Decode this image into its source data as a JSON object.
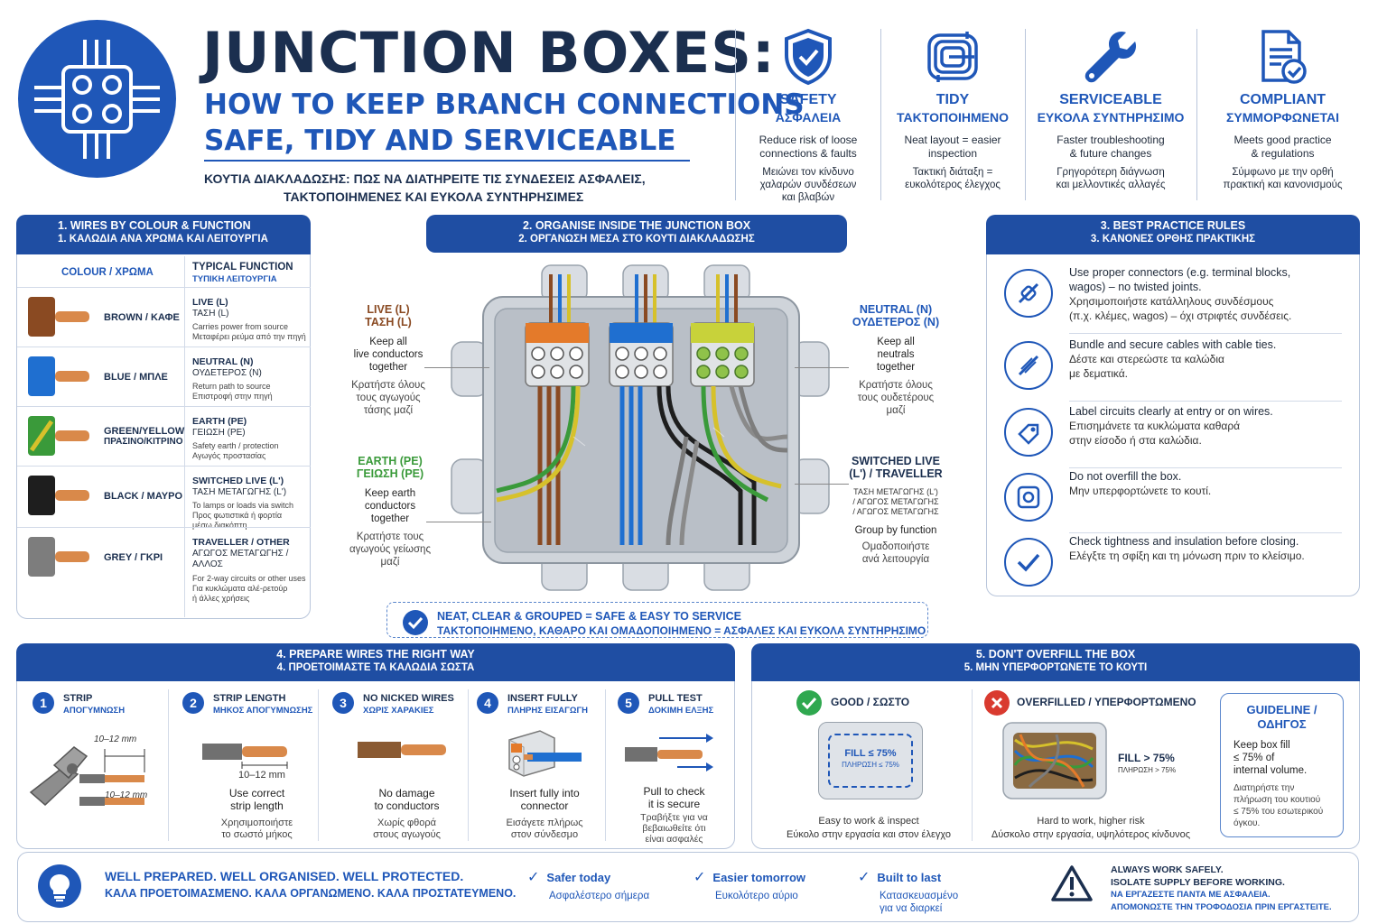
{
  "header": {
    "title": "JUNCTION BOXES:",
    "subtitle_line1": "HOW TO KEEP BRANCH CONNECTIONS",
    "subtitle_line2": "SAFE, TIDY AND SERVICEABLE",
    "greek_line1": "ΚΟΥΤΙΑ ΔΙΑΚΛΑΔΩΣΗΣ: ΠΩΣ ΝΑ ΔΙΑΤΗΡΕΙΤΕ ΤΙΣ ΣΥΝΔΕΣΕΙΣ ΑΣΦΑΛΕΙΣ,",
    "greek_line2": "ΤΑΚΤΟΠΟΙΗΜΕΝΕΣ ΚΑΙ ΕΥΚΟΛΑ ΣΥΝΤΗΡΗΣΙΜΕΣ"
  },
  "features": [
    {
      "icon": "shield-check-icon",
      "title": "SAFETY",
      "title_gr": "ΑΣΦΑΛΕΙΑ",
      "desc1": "Reduce risk of loose",
      "desc2": "connections & faults",
      "gr1": "Μειώνει τον κίνδυνο",
      "gr2": "χαλαρών συνδέσεων",
      "gr3": "και βλαβών"
    },
    {
      "icon": "tidy-coil-icon",
      "title": "TIDY",
      "title_gr": "ΤΑΚΤΟΠΟΙΗΜΕΝΟ",
      "desc1": "Neat layout = easier",
      "desc2": "inspection",
      "gr1": "Τακτική διάταξη =",
      "gr2": "ευκολότερος έλεγχος",
      "gr3": ""
    },
    {
      "icon": "wrench-icon",
      "title": "SERVICEABLE",
      "title_gr": "ΕΥΚΟΛΑ ΣΥΝΤΗΡΗΣΙΜΟ",
      "desc1": "Faster troubleshooting",
      "desc2": "& future changes",
      "gr1": "Γρηγορότερη διάγνωση",
      "gr2": "και μελλοντικές αλλαγές",
      "gr3": ""
    },
    {
      "icon": "document-check-icon",
      "title": "COMPLIANT",
      "title_gr": "ΣΥΜΜΟΡΦΩΝΕΤΑΙ",
      "desc1": "Meets good practice",
      "desc2": "& regulations",
      "gr1": "Σύμφωνο με την ορθή",
      "gr2": "πρακτική και κανονισμούς",
      "gr3": ""
    }
  ],
  "section1": {
    "title": "1. WIRES BY COLOUR & FUNCTION",
    "title_gr": "1. ΚΑΛΩΔΙΑ ΑΝΑ ΧΡΩΜΑ ΚΑΙ ΛΕΙΤΟΥΡΓΙΑ",
    "col_colour": "COLOUR / ΧΡΩΜΑ",
    "col_function": "TYPICAL FUNCTION",
    "col_function_gr": "ΤΥΠΙΚΗ ΛΕΙΤΟΥΡΓΙΑ",
    "rows": [
      {
        "color": "#8a4a22",
        "name": "BROWN / ΚΑΦΕ",
        "name2": "",
        "fn": "LIVE (L)",
        "fn_gr": "ΤΑΣΗ (L)",
        "note": "Carries power from source",
        "note_gr": "Μεταφέρει ρεύμα από την πηγή",
        "note_gr2": ""
      },
      {
        "color": "#1f6fd0",
        "name": "BLUE / ΜΠΛΕ",
        "name2": "",
        "fn": "NEUTRAL (N)",
        "fn_gr": "ΟΥΔΕΤΕΡΟΣ (N)",
        "note": "Return path to source",
        "note_gr": "Επιστροφή στην πηγή",
        "note_gr2": ""
      },
      {
        "color": "#3a9a3a",
        "name": "GREEN/YELLOW",
        "name2": "ΠΡΑΣΙΝΟ/ΚΙΤΡΙΝΟ",
        "fn": "EARTH (PE)",
        "fn_gr": "ΓΕΙΩΣΗ (PE)",
        "note": "Safety earth / protection",
        "note_gr": "Αγωγός προστασίας",
        "note_gr2": ""
      },
      {
        "color": "#1e1e1e",
        "name": "BLACK / ΜΑΥΡΟ",
        "name2": "",
        "fn": "SWITCHED LIVE (L')",
        "fn_gr": "ΤΑΣΗ ΜΕΤΑΓΩΓΗΣ (L')",
        "note": "To lamps or loads via switch",
        "note_gr": "Προς φωτιστικά ή φορτία",
        "note_gr2": "μέσω διακόπτη"
      },
      {
        "color": "#7d7d7d",
        "name": "GREY / ΓΚΡΙ",
        "name2": "",
        "fn": "TRAVELLER / OTHER",
        "fn_gr": "ΑΓΩΓΟΣ ΜΕΤΑΓΩΓΗΣ / ΑΛΛΟΣ",
        "note": "For 2-way circuits or other uses",
        "note_gr": "Για κυκλώματα αλέ-ρετούρ",
        "note_gr2": "ή άλλες χρήσεις"
      }
    ]
  },
  "section2": {
    "title": "2. ORGANISE INSIDE THE JUNCTION BOX",
    "title_gr": "2. ΟΡΓΑΝΩΣΗ ΜΕΣΑ ΣΤΟ ΚΟΥΤΙ ΔΙΑΚΛΑΔΩΣΗΣ",
    "live_h1": "LIVE (L)",
    "live_h2": "ΤΑΣΗ (L)",
    "live_d1": "Keep all",
    "live_d2": "live conductors",
    "live_d3": "together",
    "live_g1": "Κρατήστε όλους",
    "live_g2": "τους αγωγούς",
    "live_g3": "τάσης μαζί",
    "neutral_h1": "NEUTRAL (N)",
    "neutral_h2": "ΟΥΔΕΤΕΡΟΣ (N)",
    "neutral_d1": "Keep all",
    "neutral_d2": "neutrals",
    "neutral_d3": "together",
    "neutral_g1": "Κρατήστε όλους",
    "neutral_g2": "τους ουδετέρους",
    "neutral_g3": "μαζί",
    "earth_h1": "EARTH (PE)",
    "earth_h2": "ΓΕΙΩΣΗ (PE)",
    "earth_d1": "Keep earth",
    "earth_d2": "conductors",
    "earth_d3": "together",
    "earth_g1": "Κρατήστε τους",
    "earth_g2": "αγωγούς γείωσης",
    "earth_g3": "μαζί",
    "switched_h1": "SWITCHED LIVE",
    "switched_h2": "(L') / TRAVELLER",
    "switched_g1": "ΤΑΣΗ ΜΕΤΑΓΩΓΗΣ (L')",
    "switched_g2": "/ ΑΓΩΓΟΣ ΜΕΤΑΓΩΓΗΣ",
    "switched_g3": "/ ΑΓΩΓΟΣ ΜΕΤΑΓΩΓΗΣ",
    "switched_d1": "Group by function",
    "switched_d2": "Ομαδοποιήστε",
    "switched_d3": "ανά λειτουργία",
    "banner": "NEAT, CLEAR & GROUPED = SAFE & EASY TO SERVICE",
    "banner_gr": "ΤΑΚΤΟΠΟΙΗΜΕΝΟ, ΚΑΘΑΡΟ ΚΑΙ ΟΜΑΔΟΠΟΙΗΜΕΝΟ = ΑΣΦΑΛΕΣ ΚΑΙ ΕΥΚΟΛΑ ΣΥΝΤΗΡΗΣΙΜΟ"
  },
  "section3": {
    "title": "3. BEST PRACTICE RULES",
    "title_gr": "3. ΚΑΝΟΝΕΣ ΟΡΘΗΣ ΠΡΑΚΤΙΚΗΣ",
    "rules": [
      {
        "icon": "connector-icon",
        "en1": "Use proper connectors (e.g. terminal blocks,",
        "en2": "wagos) – no twisted joints.",
        "gr1": "Χρησιμοποιήστε κατάλληλους συνδέσμους",
        "gr2": "(π.χ. κλέμες, wagos) – όχι στριφτές συνδέσεις."
      },
      {
        "icon": "cable-tie-icon",
        "en1": "Bundle and secure cables with cable ties.",
        "en2": "",
        "gr1": "Δέστε και στερεώστε τα καλώδια",
        "gr2": "με δεματικά."
      },
      {
        "icon": "label-tag-icon",
        "en1": "Label circuits clearly at entry or on wires.",
        "en2": "",
        "gr1": "Επισημάνετε τα κυκλώματα καθαρά",
        "gr2": "στην είσοδο ή στα καλώδια."
      },
      {
        "icon": "box-full-icon",
        "en1": "Do not overfill the box.",
        "en2": "",
        "gr1": "Μην υπερφορτώνετε το κουτί.",
        "gr2": ""
      },
      {
        "icon": "checkmark-icon",
        "en1": "Check tightness and insulation before closing.",
        "en2": "",
        "gr1": "Ελέγξτε τη σφίξη και τη μόνωση πριν το κλείσιμο.",
        "gr2": ""
      }
    ]
  },
  "section4": {
    "title": "4. PREPARE WIRES THE RIGHT WAY",
    "title_gr": "4. ΠΡΟΕΤΟΙΜΑΣΤΕ ΤΑ ΚΑΛΩΔΙΑ ΣΩΣΤΑ",
    "steps": [
      {
        "num": "1",
        "h1": "STRIP",
        "h2": "ΑΠΟΓΥΜΝΩΣΗ",
        "cap1": "",
        "cap2": "",
        "capg1": "",
        "capg2": "",
        "capg3": "",
        "measure": "10–12 mm",
        "measure2": "10–12 mm"
      },
      {
        "num": "2",
        "h1": "STRIP LENGTH",
        "h2": "ΜΗΚΟΣ ΑΠΟΓΥΜΝΩΣΗΣ",
        "cap1": "Use correct",
        "cap2": "strip length",
        "capg1": "Χρησιμοποιήστε",
        "capg2": "το σωστό μήκος",
        "capg3": "",
        "measure": "10–12 mm",
        "measure2": ""
      },
      {
        "num": "3",
        "h1": "NO NICKED WIRES",
        "h2": "ΧΩΡΙΣ ΧΑΡΑΚΙΕΣ",
        "cap1": "No damage",
        "cap2": "to conductors",
        "capg1": "Χωρίς φθορά",
        "capg2": "στους αγωγούς",
        "capg3": "",
        "measure": "",
        "measure2": ""
      },
      {
        "num": "4",
        "h1": "INSERT FULLY",
        "h2": "ΠΛΗΡΗΣ ΕΙΣΑΓΩΓΗ",
        "cap1": "Insert fully into",
        "cap2": "connector",
        "capg1": "Εισάγετε πλήρως",
        "capg2": "στον σύνδεσμο",
        "capg3": "",
        "measure": "",
        "measure2": ""
      },
      {
        "num": "5",
        "h1": "PULL TEST",
        "h2": "ΔΟΚΙΜΗ ΕΛΞΗΣ",
        "cap1": "Pull to check",
        "cap2": "it is secure",
        "capg1": "Τραβήξτε για να",
        "capg2": "βεβαιωθείτε ότι",
        "capg3": "είναι ασφαλές",
        "measure": "",
        "measure2": ""
      }
    ]
  },
  "section5": {
    "title": "5. DON'T OVERFILL THE BOX",
    "title_gr": "5. ΜΗΝ ΥΠΕΡΦΟΡΤΩΝΕΤΕ ΤΟ ΚΟΥΤΙ",
    "good": "GOOD / ΣΩΣΤΟ",
    "good_fill": "FILL ≤ 75%",
    "good_fill2": "ΠΛΗΡΩΣΗ ≤ 75%",
    "good_cap": "Easy to work & inspect",
    "good_cap_gr": "Εύκολο στην εργασία και στον έλεγχο",
    "bad": "OVERFILLED / ΥΠΕΡΦΟΡΤΩΜΕΝΟ",
    "bad_fill": "FILL > 75%",
    "bad_fill2": "ΠΛΗΡΩΣΗ > 75%",
    "bad_cap": "Hard to work, higher risk",
    "bad_cap_gr": "Δύσκολο στην εργασία, υψηλότερος κίνδυνος",
    "guide_title": "GUIDELINE /",
    "guide_title2": "ΟΔΗΓΟΣ",
    "guide1": "Keep box fill",
    "guide2": "≤ 75% of",
    "guide3": "internal volume.",
    "guide_g1": "Διατηρήστε την",
    "guide_g2": "πλήρωση του κουτιού",
    "guide_g3": "≤ 75% του εσωτερικού",
    "guide_g4": "όγκου."
  },
  "footer": {
    "slogan": "WELL PREPARED. WELL ORGANISED. WELL PROTECTED.",
    "slogan_gr": "ΚΑΛΑ ΠΡΟΕΤΟΙΜΑΣΜΕΝΟ. ΚΑΛΑ ΟΡΓΑΝΩΜΕΝΟ. ΚΑΛΑ ΠΡΟΣΤΑΤΕΥΜΕΝΟ.",
    "checks": [
      {
        "a": "Safer today",
        "b1": "Ασφαλέστερο σήμερα",
        "b2": ""
      },
      {
        "a": "Easier tomorrow",
        "b1": "Ευκολότερο αύριο",
        "b2": ""
      },
      {
        "a": "Built to last",
        "b1": "Κατασκευασμένο",
        "b2": "για να διαρκεί"
      }
    ],
    "warn1": "ALWAYS WORK SAFELY.",
    "warn2": "ISOLATE SUPPLY BEFORE WORKING.",
    "warn_gr1": "ΝΑ ΕΡΓΑΖΕΣΤΕ ΠΑΝΤΑ ΜΕ ΑΣΦΑΛΕΙΑ.",
    "warn_gr2": "ΑΠΟΜΟΝΩΣΤΕ ΤΗΝ ΤΡΟΦΟΔΟΣΙΑ ΠΡΙΝ ΕΡΓΑΣΤΕΙΤΕ."
  },
  "colors": {
    "brand_blue": "#1f57b8",
    "bar_blue": "#1f4ea3",
    "navy": "#1b2f4f",
    "good_green": "#2fa84f",
    "bad_red": "#d93a2f"
  }
}
